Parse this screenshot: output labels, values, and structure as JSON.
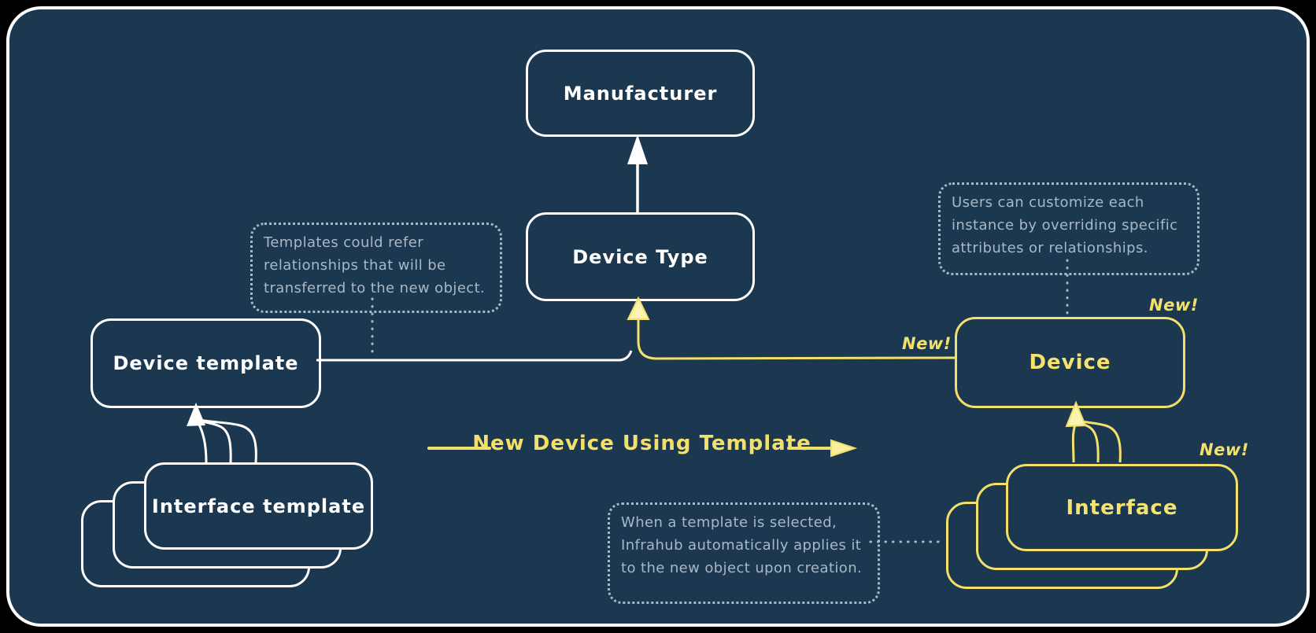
{
  "colors": {
    "background": "#000000",
    "panel_fill": "#1c3750",
    "panel_border": "#ffffff",
    "node_white": "#ffffff",
    "accent_yellow": "#f2e06b",
    "note_gray": "#a9b8c6"
  },
  "nodes": {
    "manufacturer": {
      "label": "Manufacturer"
    },
    "device_type": {
      "label": "Device Type"
    },
    "device_template": {
      "label": "Device template"
    },
    "interface_template": {
      "label": "Interface template"
    },
    "device": {
      "label": "Device"
    },
    "interface": {
      "label": "Interface"
    }
  },
  "flow_label": {
    "text": "New Device Using Template"
  },
  "badges": {
    "new_on_line": "New!",
    "new_device_corner": "New!",
    "new_interface_corner": "New!"
  },
  "annotations": {
    "templates_note": {
      "lines": [
        "Templates could refer",
        "relationships that will be",
        "transferred to the new object."
      ]
    },
    "users_note": {
      "lines": [
        "Users can customize each",
        "instance by overriding specific",
        "attributes or relationships."
      ]
    },
    "when_note": {
      "lines": [
        "When a template is selected,",
        "Infrahub automatically applies it",
        "to the new object upon creation."
      ]
    }
  }
}
